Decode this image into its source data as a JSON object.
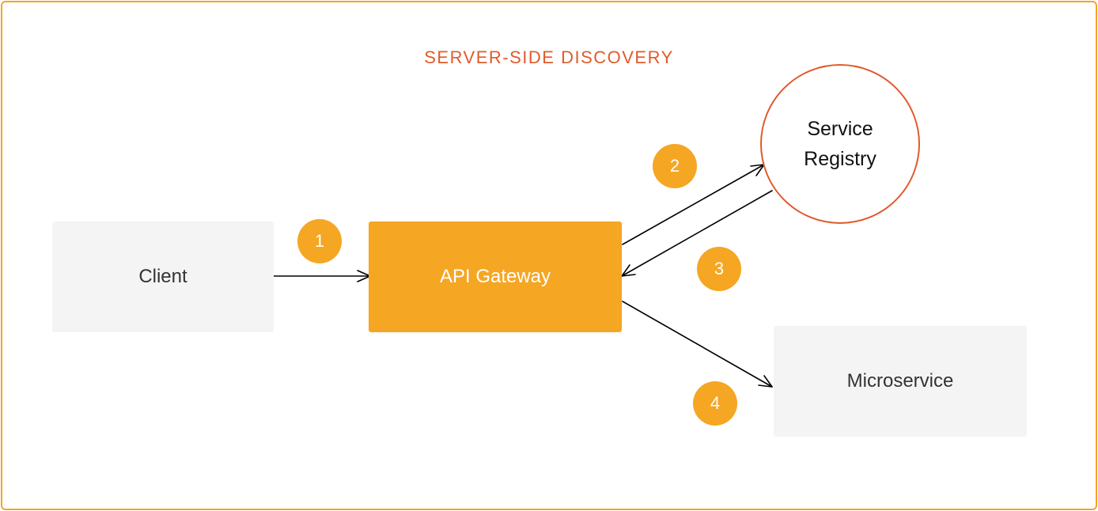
{
  "diagram": {
    "title": "SERVER-SIDE DISCOVERY",
    "nodes": {
      "client": "Client",
      "gateway": "API Gateway",
      "registry_line1": "Service",
      "registry_line2": "Registry",
      "microservice": "Microservice"
    },
    "steps": [
      "1",
      "2",
      "3",
      "4"
    ],
    "edges": [
      {
        "from": "client",
        "to": "gateway",
        "step": "1"
      },
      {
        "from": "gateway",
        "to": "registry",
        "step": "2"
      },
      {
        "from": "registry",
        "to": "gateway",
        "step": "3"
      },
      {
        "from": "gateway",
        "to": "microservice",
        "step": "4"
      }
    ]
  },
  "colors": {
    "accent": "#f5a623",
    "registry_border": "#e05a2b",
    "title": "#e05a2b",
    "box_fill": "#f4f4f4",
    "arrow": "#000000"
  }
}
